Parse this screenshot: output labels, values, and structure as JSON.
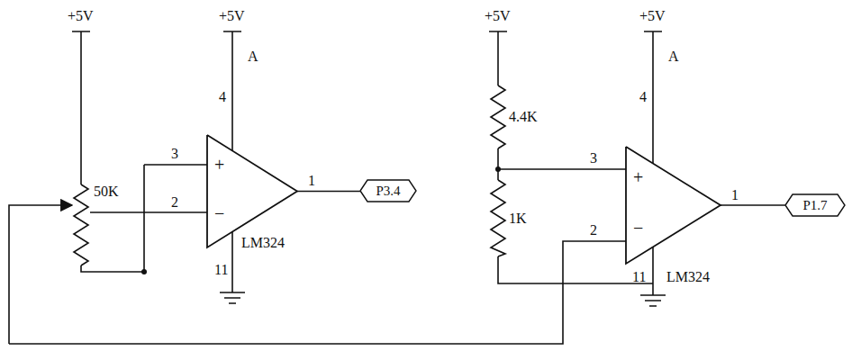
{
  "diagram": {
    "nodes": [
      {
        "text": [
          "+",
          "−"
        ]
      },
      {
        "text": [
          "P3.4"
        ]
      },
      {
        "text": [
          "+",
          "−"
        ]
      },
      {
        "text": [
          "P1.7"
        ]
      }
    ],
    "edges": [
      {
        "from": 0,
        "to": 1,
        "arrow": "none"
      },
      {
        "from": 2,
        "to": 3,
        "arrow": "none"
      }
    ],
    "labels": [
      "+5V",
      "+5V",
      "4",
      "A",
      "3",
      "2",
      "50K",
      "1",
      "LM324",
      "11",
      "+5V",
      "4.4K",
      "1K",
      "+5V",
      "4",
      "A",
      "3",
      "2",
      "1",
      "LM324",
      "11"
    ]
  }
}
